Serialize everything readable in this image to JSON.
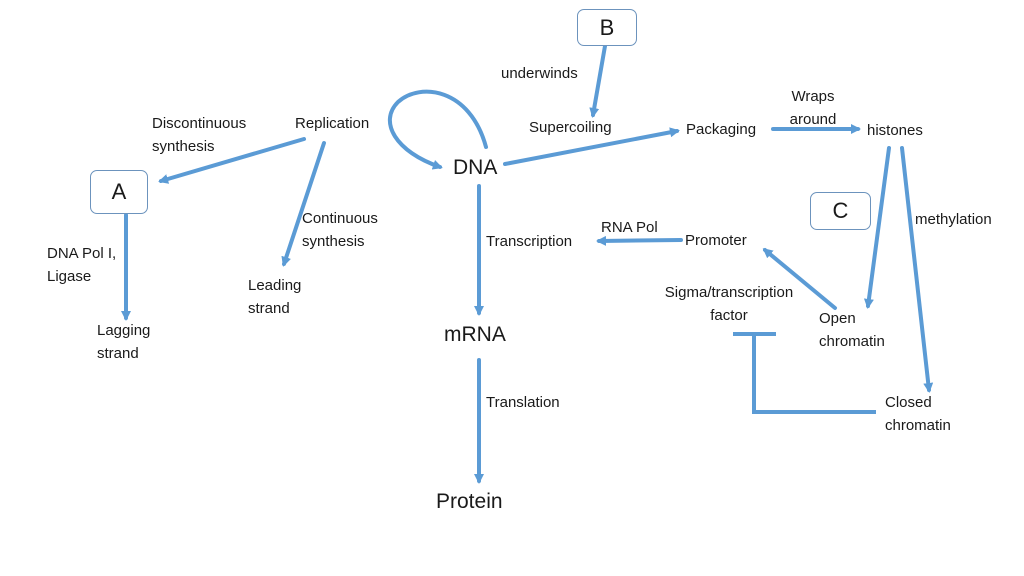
{
  "style": {
    "edge_color": "#5b9bd5",
    "box_border": "#6c93bd",
    "text_color": "#1a1a1a"
  },
  "nodes": {
    "dna": "DNA",
    "mrna": "mRNA",
    "protein": "Protein",
    "replication": "Replication",
    "packaging": "Packaging",
    "histones": "histones",
    "supercoiling": "Supercoiling",
    "transcription": "Transcription",
    "promoter": "Promoter",
    "open_chromatin": "Open\nchromatin",
    "closed_chromatin": "Closed\nchromatin",
    "leading_strand": "Leading\nstrand",
    "lagging_strand": "Lagging\nstrand",
    "sigma_factor": "Sigma/transcription\nfactor"
  },
  "boxes": {
    "a": "A",
    "b": "B",
    "c": "C"
  },
  "edge_labels": {
    "discontinuous": "Discontinuous\nsynthesis",
    "continuous": "Continuous\nsynthesis",
    "dna_pol": "DNA Pol I,\nLigase",
    "underwinds": "underwinds",
    "wraps_around": "Wraps\naround",
    "methylation": "methylation",
    "rna_pol": "RNA Pol",
    "translation": "Translation"
  }
}
